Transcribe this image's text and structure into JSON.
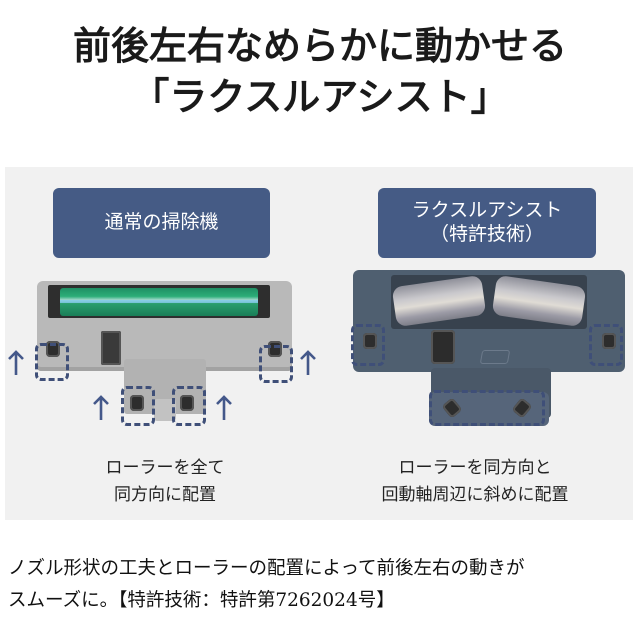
{
  "headline": {
    "line1": "前後左右なめらかに動かせる",
    "line2": "「ラクスルアシスト」"
  },
  "comparison": {
    "left": {
      "label": "通常の掃除機",
      "caption_line1": "ローラーを全て",
      "caption_line2": "同方向に配置",
      "image": "conventional-nozzle-underside",
      "highlight_count": 4,
      "arrow_icon": "arrow-up-icon"
    },
    "right": {
      "label_line1": "ラクスルアシスト",
      "label_line2": "（特許技術）",
      "caption_line1": "ローラーを同方向と",
      "caption_line2": "回動軸周辺に斜めに配置",
      "image": "rakusuru-assist-nozzle-underside",
      "highlight_count": 3
    }
  },
  "description": {
    "line1": "ノズル形状の工夫とローラーの配置によって前後左右の動きが",
    "line2": "スムーズに。【特許技術：特許第7262024号】"
  },
  "colors": {
    "label_bg": "#455b85",
    "panel_bg": "#f1f1f1",
    "dash_outline": "#3f4f78",
    "arrow": "#44588a"
  }
}
